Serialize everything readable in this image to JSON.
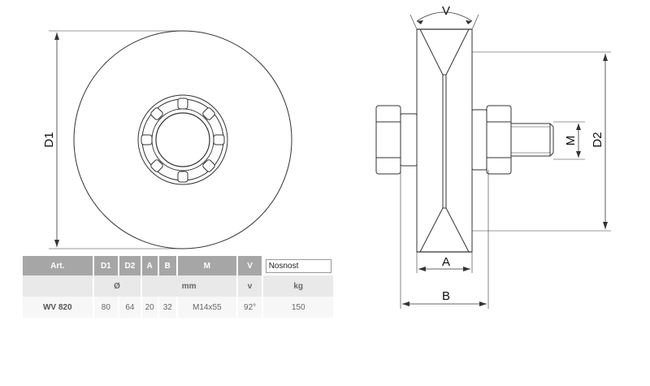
{
  "labels": {
    "d1": "D1",
    "d2": "D2",
    "v": "V",
    "m": "M",
    "a": "A",
    "b": "B"
  },
  "table": {
    "headers": [
      "Art.",
      "D1",
      "D2",
      "A",
      "B",
      "M",
      "V"
    ],
    "capacity_header": "Nosnost",
    "units": {
      "diameter": "Ø",
      "length": "mm",
      "angle": "v",
      "load": "kg"
    },
    "row": {
      "art": "WV 820",
      "d1": "80",
      "d2": "64",
      "a": "20",
      "b": "32",
      "m": "M14x55",
      "v": "92°",
      "load": "150"
    }
  },
  "colors": {
    "line": "#333333",
    "header_bg": "#a6a6a6",
    "units_bg": "#e9e9e9",
    "row_bg": "#f7f7f7"
  }
}
